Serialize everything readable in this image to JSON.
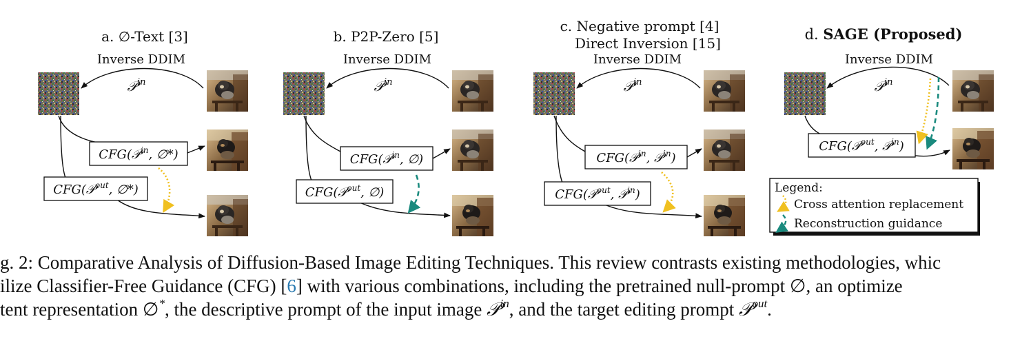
{
  "panels": [
    {
      "title_prefix": "a.",
      "title": "∅-Text [3]",
      "title2": "",
      "inverse_label": "Inverse DDIM",
      "inverse_prompt": {
        "base": "𝒫",
        "sup": "in"
      },
      "box_top": {
        "base": "CFG(𝒫",
        "sup": "in",
        "rest": ", ∅*)"
      },
      "box_bottom": {
        "base": "CFG(𝒫",
        "sup": "out",
        "rest": ", ∅*)"
      },
      "arrow": "cross-attention"
    },
    {
      "title_prefix": "b.",
      "title": "P2P-Zero [5]",
      "title2": "",
      "inverse_label": "Inverse DDIM",
      "inverse_prompt": {
        "base": "𝒫",
        "sup": "in"
      },
      "box_top": {
        "base": "CFG(𝒫",
        "sup": "in",
        "rest": ", ∅)"
      },
      "box_bottom": {
        "base": "CFG(𝒫",
        "sup": "out",
        "rest": ", ∅)"
      },
      "arrow": "reconstruction"
    },
    {
      "title_prefix": "c.",
      "title": "Negative prompt [4]",
      "title2": "Direct Inversion [15]",
      "inverse_label": "Inverse DDIM",
      "inverse_prompt": {
        "base": "𝒫",
        "sup": "in"
      },
      "box_top": {
        "base": "CFG(𝒫",
        "sup": "in",
        "rest": ", 𝒫",
        "sup2": "in",
        "rest2": ")"
      },
      "box_bottom": {
        "base": "CFG(𝒫",
        "sup": "out",
        "rest": ", 𝒫",
        "sup2": "in",
        "rest2": ")"
      },
      "arrow": "cross-attention"
    },
    {
      "title_prefix": "d.",
      "title": "SAGE (Proposed)",
      "title2": "",
      "inverse_label": "Inverse DDIM",
      "inverse_prompt": {
        "base": "𝒫",
        "sup": "in"
      },
      "box_top": {
        "base": "CFG(𝒫",
        "sup": "out",
        "rest": ", 𝒫",
        "sup2": "in",
        "rest2": ")"
      },
      "arrow": "both"
    }
  ],
  "legend": {
    "title": "Legend:",
    "items": [
      {
        "label": "Cross attention replacement",
        "color": "#f0c020"
      },
      {
        "label": "Reconstruction guidance",
        "color": "#1a8a7e"
      }
    ]
  },
  "caption": {
    "line1": "g. 2: Comparative Analysis of Diffusion-Based Image Editing Techniques. This review contrasts existing methodologies, whic",
    "line2_a": "ilize Classifier-Free Guidance (CFG) [",
    "line2_ref": "6",
    "line2_b": "] with various combinations, including the pretrained null-prompt ∅, an optimize",
    "line3_a": "tent representation ∅",
    "line3_sup1": "*",
    "line3_b": ", the descriptive prompt of the input image ",
    "line3_p1": "𝒫",
    "line3_sup2": "in",
    "line3_c": ", and the target editing prompt ",
    "line3_p2": "𝒫",
    "line3_sup3": "out",
    "line3_d": "."
  },
  "colors": {
    "cross_attention": "#f0c020",
    "reconstruction": "#1a8a7e",
    "line": "#111111"
  }
}
